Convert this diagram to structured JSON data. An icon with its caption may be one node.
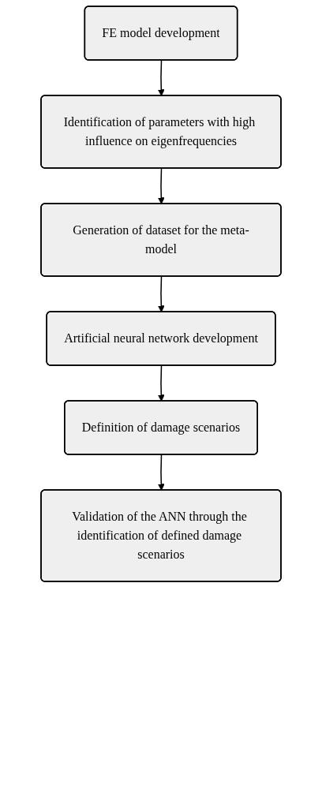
{
  "diagram": {
    "nodes": [
      {
        "text": [
          "FE model development"
        ]
      },
      {
        "text": [
          "Identification of parameters with high influence on eigenfrequencies"
        ]
      },
      {
        "text": [
          "Generation of dataset for the meta-model"
        ]
      },
      {
        "text": [
          "Artificial neural network development"
        ]
      },
      {
        "text": [
          "Definition of damage scenarios"
        ]
      },
      {
        "text": [
          "Validation of the ANN through the identification of defined damage scenarios"
        ]
      }
    ],
    "edges": [
      {
        "from": 0,
        "to": 1,
        "arrow": "to"
      },
      {
        "from": 1,
        "to": 2,
        "arrow": "to"
      },
      {
        "from": 2,
        "to": 3,
        "arrow": "to"
      },
      {
        "from": 3,
        "to": 4,
        "arrow": "to"
      },
      {
        "from": 4,
        "to": 5,
        "arrow": "to"
      }
    ]
  }
}
